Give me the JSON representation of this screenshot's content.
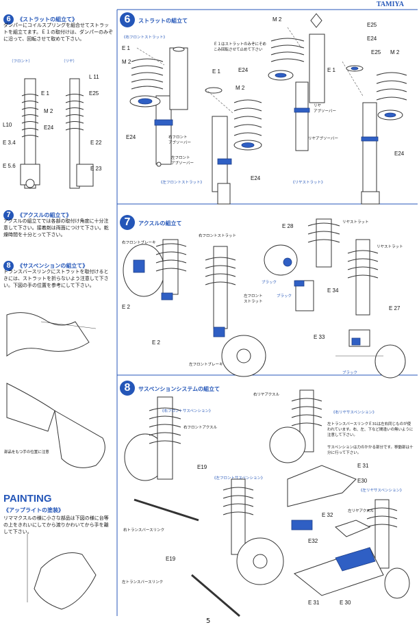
{
  "brand": "TAMIYA",
  "page_number": "5",
  "left": {
    "s6": {
      "num": "6",
      "title": "《ストラットの組立て》",
      "text": "ダンパーにコイルスプリングを組合せてストラットを組立てます。Ｅ１の取付けは、ダンパーのみぞに沿って、回転させて取めて下さい。",
      "front": "（フロント）",
      "rear": "（リヤ）"
    },
    "s7": {
      "num": "7",
      "title": "《アクスルの組立て》",
      "text": "アクスルの組立てでは各部の取付け角度に十分注意して下さい。接着剤は両面につけて下さい。乾燥時間を十分とって下さい。"
    },
    "s8": {
      "num": "8",
      "title": "《サスペンションの組立て》",
      "text": "トランスバースリンクにストラットを取付けるときには、ストラットを折らないよう注意して下さい。下図の手の位置を参考にして下さい。"
    },
    "pos_note": "部品をもつ手の位置に注意",
    "painting": "PAINTING",
    "paint_sub": "《アップライトの塗装》",
    "paint_text": "リママクスルの様に小さな部品は下図の様に台等の上をきれいにしてから渡りかわいてから手を離して下さい。"
  },
  "left_labels": {
    "L11": "L 11",
    "E1": "E 1",
    "E25": "E25",
    "M2": "M 2",
    "L10": "L10",
    "E24": "E24",
    "E34": "E 3.4",
    "E22": "E 22",
    "E56": "E 5.6",
    "E23": "E 23"
  },
  "s6": {
    "num": "6",
    "title": "ストラットの組立て",
    "rfs": "《右フロントストラット》",
    "lfs": "《左フロントストラット》",
    "rrs": "《リヤストラット》",
    "note": "Ｅ１はストラットのみぞにそめこみ回転させて止めて下さい",
    "rf_abs": "右フロント\nアブソーバー",
    "lf_abs": "左フロント\nアブソーバー",
    "rear_abs": "リヤ\nアブソーバー",
    "rear_abs2": "リヤアブソーバー",
    "labels": {
      "E1a": "E 1",
      "M2a": "M 2",
      "E24a": "E24",
      "E1b": "E 1",
      "M2b": "M 2",
      "E24b": "E24",
      "E24c": "E24",
      "M2c": "M 2",
      "E25c": "E25",
      "E24d": "E24",
      "E1d": "E 1",
      "E25d": "E25",
      "M2d": "M 2",
      "E24e": "E24"
    }
  },
  "s7": {
    "num": "7",
    "title": "アクスルの組立て",
    "rf_brake": "右フロントブレーキ",
    "rf_strut": "右フロントストラット",
    "lf_strut": "左フロント\nストラット",
    "lf_brake": "左フロントブレーキ",
    "rear_strut": "リヤストラット",
    "rear_strut2": "リヤストラット",
    "black": "ブラック",
    "black2": "ブラック",
    "black3": "ブラック",
    "labels": {
      "E2a": "E 2",
      "E2b": "E 2",
      "E28": "E 28",
      "E34": "E 34",
      "E27": "E 27",
      "E33": "E 33"
    }
  },
  "s8": {
    "num": "8",
    "title": "サスペンションシステムの組立て",
    "rfs": "《右フロントサスペンション》",
    "lfs": "《左フロントサスペンション》",
    "rrs": "《右リヤサスペンション》",
    "lrs": "《左リヤサスペンション》",
    "rf_axle": "右フロントアクスル",
    "r_trans": "右トランスバースリンク",
    "l_trans": "左トランスバースリンク",
    "rr_axle": "右リヤアクスル",
    "lr_axle": "左リヤアクスル",
    "note1": "左トランスバースリンクＥ31は左右同じものが使われています。右、左、下など間違いの無いように注意して下さい。",
    "note2": "サスペンションは力のかかる部分です。移動部は十分に行って下さい。",
    "labels": {
      "E19a": "E19",
      "E19b": "E19",
      "E31a": "E 31",
      "E30a": "E30",
      "E32a": "E 32",
      "E32b": "E32",
      "E31b": "E 31",
      "E30b": "E 30"
    }
  }
}
